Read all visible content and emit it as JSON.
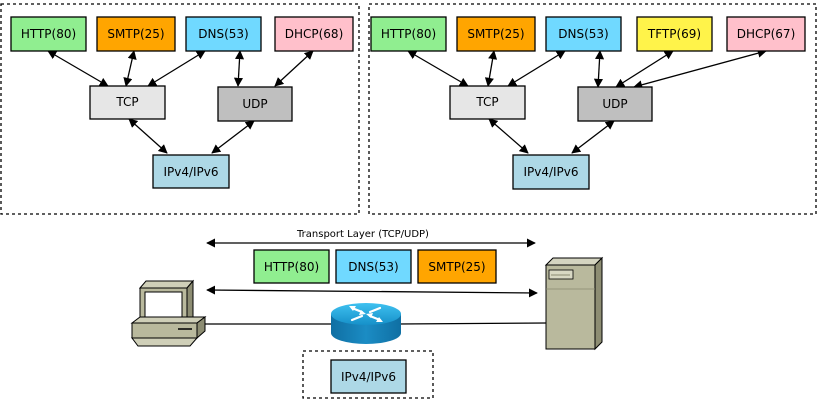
{
  "colors": {
    "http": "#90ee90",
    "smtp": "#ffa500",
    "dns": "#70d9ff",
    "dhcp": "#ffc0cb",
    "tftp": "#fff34a",
    "tcp": "#e6e6e6",
    "udp": "#bfbfbf",
    "ip": "#add8e6"
  },
  "left_stack": {
    "http": "HTTP(80)",
    "smtp": "SMTP(25)",
    "dns": "DNS(53)",
    "dhcp": "DHCP(68)",
    "tcp": "TCP",
    "udp": "UDP",
    "ip": "IPv4/IPv6"
  },
  "right_stack": {
    "http": "HTTP(80)",
    "smtp": "SMTP(25)",
    "dns": "DNS(53)",
    "tftp": "TFTP(69)",
    "dhcp": "DHCP(67)",
    "tcp": "TCP",
    "udp": "UDP",
    "ip": "IPv4/IPv6"
  },
  "network": {
    "transport_label": "Transport Layer (TCP/UDP)",
    "http": "HTTP(80)",
    "dns": "DNS(53)",
    "smtp": "SMTP(25)",
    "ip": "IPv4/IPv6"
  },
  "icons": [
    "desktop-computer-icon",
    "router-icon",
    "server-tower-icon"
  ]
}
